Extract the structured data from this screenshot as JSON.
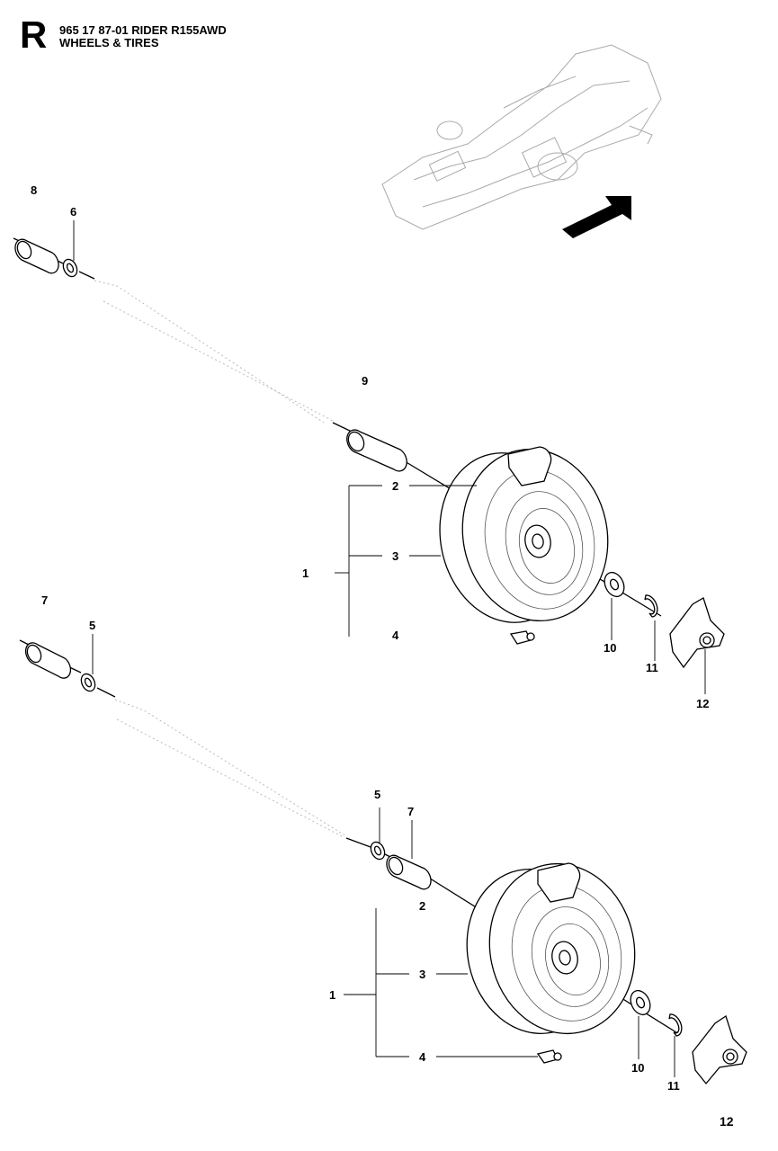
{
  "header": {
    "section_letter": "R",
    "line1": "965 17 87-01 RIDER R155AWD",
    "line2": "WHEELS & TIRES"
  },
  "page_number": "12",
  "callouts": {
    "front": [
      "8",
      "6",
      "9",
      "2",
      "1",
      "3",
      "4",
      "10",
      "11",
      "12"
    ],
    "rear": [
      "7",
      "5",
      "5",
      "7",
      "2",
      "1",
      "3",
      "4",
      "10",
      "11"
    ]
  },
  "icons": {
    "overview": "tractor-chassis-icon",
    "direction": "direction-arrow-icon"
  }
}
